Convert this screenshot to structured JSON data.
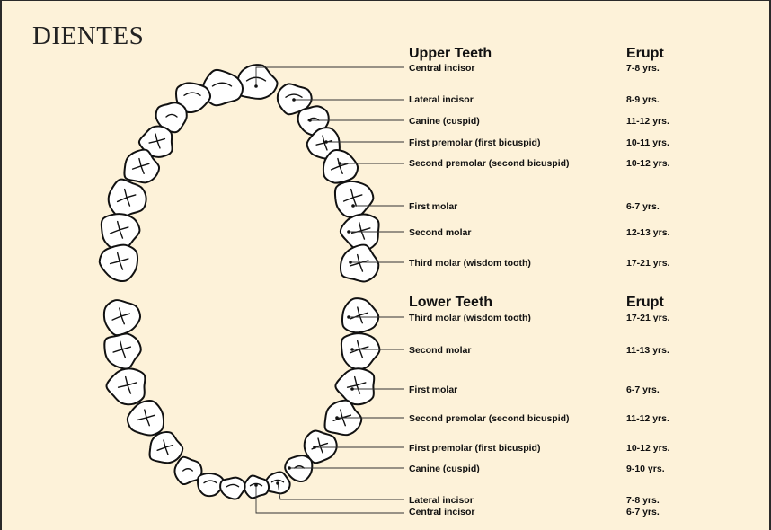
{
  "title": "DIENTES",
  "upper": {
    "header": "Upper Teeth",
    "erupt_header": "Erupt",
    "teeth": [
      {
        "name": "Central incisor",
        "erupt": "7-8 yrs."
      },
      {
        "name": "Lateral incisor",
        "erupt": "8-9 yrs."
      },
      {
        "name": "Canine (cuspid)",
        "erupt": "11-12 yrs."
      },
      {
        "name": "First premolar (first bicuspid)",
        "erupt": "10-11 yrs."
      },
      {
        "name": "Second premolar (second bicuspid)",
        "erupt": "10-12 yrs."
      },
      {
        "name": "First molar",
        "erupt": "6-7 yrs."
      },
      {
        "name": "Second molar",
        "erupt": "12-13 yrs."
      },
      {
        "name": "Third molar (wisdom tooth)",
        "erupt": "17-21 yrs."
      }
    ]
  },
  "lower": {
    "header": "Lower Teeth",
    "erupt_header": "Erupt",
    "teeth": [
      {
        "name": "Third molar (wisdom tooth)",
        "erupt": "17-21 yrs."
      },
      {
        "name": "Second molar",
        "erupt": "11-13 yrs."
      },
      {
        "name": "First molar",
        "erupt": "6-7 yrs."
      },
      {
        "name": "Second premolar (second bicuspid)",
        "erupt": "11-12 yrs."
      },
      {
        "name": "First premolar (first bicuspid)",
        "erupt": "10-12 yrs."
      },
      {
        "name": "Canine (cuspid)",
        "erupt": "9-10 yrs."
      },
      {
        "name": "Lateral incisor",
        "erupt": "7-8 yrs."
      },
      {
        "name": "Central incisor",
        "erupt": "6-7 yrs."
      }
    ]
  }
}
